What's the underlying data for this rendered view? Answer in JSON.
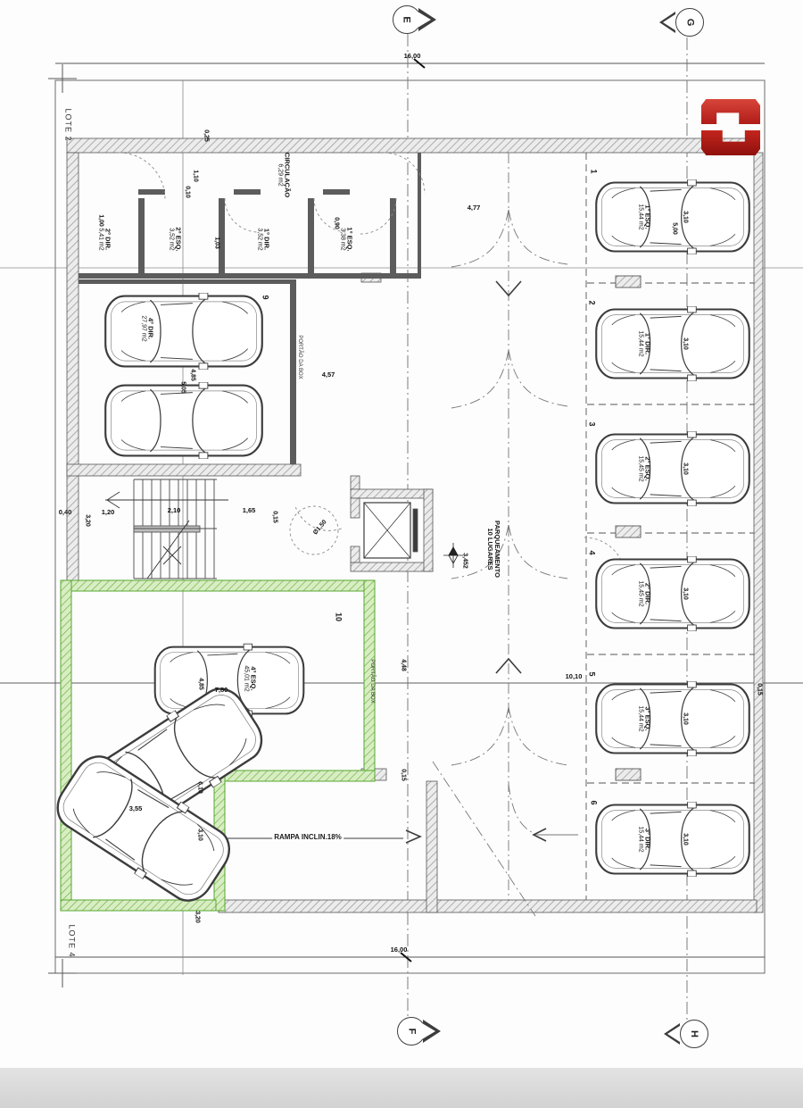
{
  "colors": {
    "green_wall": "#5fa832",
    "green_fill": "#d9edc4",
    "logo_red": "#b01c18",
    "line": "#444444"
  },
  "lots": {
    "top": "LOTE 2",
    "bottom": "LOTE 4"
  },
  "markers": {
    "e": "E",
    "g": "G",
    "f": "F",
    "h": "H"
  },
  "circulation": {
    "name": "CIRCULAÇÃO",
    "area": "6,29 m2"
  },
  "storage_rooms": [
    {
      "name": "2° DIR.",
      "area": "5,41 m2"
    },
    {
      "name": "2° ESQ.",
      "area": "3,52 m2"
    },
    {
      "name": "1° DIR.",
      "area": "3,52 m2"
    },
    {
      "name": "1° ESQ.",
      "area": "3,38 m2"
    }
  ],
  "box9": {
    "number": "9",
    "car": "4° DIR.",
    "area": "27,97 m2",
    "door": "PORTÃO DA BOX"
  },
  "box10": {
    "number": "10",
    "car": "4° ESQ.",
    "area": "45,01 m2",
    "door": "PORTÃO DA BOX"
  },
  "parking": {
    "title_line1": "PARQUEAMENTO",
    "title_line2": "10 LUGARES",
    "level": "3,452",
    "stalls": [
      {
        "num": "1",
        "name": "1° ESQ.",
        "area": "15,44 m2",
        "w": "3,10",
        "len": "5,00"
      },
      {
        "num": "2",
        "name": "1° DIR.",
        "area": "15,44 m2",
        "w": "3,10"
      },
      {
        "num": "3",
        "name": "2° ESQ.",
        "area": "15,45 m2",
        "w": "3,10"
      },
      {
        "num": "4",
        "name": "2° DIR.",
        "area": "15,45 m2",
        "w": "3,10"
      },
      {
        "num": "5",
        "name": "3° ESQ.",
        "area": "15,44 m2",
        "w": "3,10"
      },
      {
        "num": "6",
        "name": "3° DIR.",
        "area": "15,44 m2",
        "w": "3,10"
      }
    ]
  },
  "ramp": {
    "label": "RAMPA INCLIN.18%"
  },
  "dims": {
    "top16": "16,00",
    "bot16": "16,00",
    "aisle477": "4,77",
    "corr457": "4,57",
    "b9w": "4,85",
    "b9l": "5,05",
    "b10w": "4,85",
    "b10l": "7,80",
    "tilt355": "3,55",
    "ramp310": "3,10",
    "ramp610": "6,10",
    "s040": "0,40",
    "s120": "1,20",
    "s210": "2,10",
    "s165": "1,65",
    "s015": "0,15",
    "s320": "3,20",
    "m1010": "10,10",
    "circ150": "Ø1,50",
    "l110": "1,10",
    "l010": "0,10",
    "l100": "1,00",
    "l103": "1,03",
    "l090": "0,90",
    "t025": "0,25",
    "rr015": "0,15",
    "g320": "3,20",
    "g448": "4,48",
    "g015": "0,15"
  }
}
